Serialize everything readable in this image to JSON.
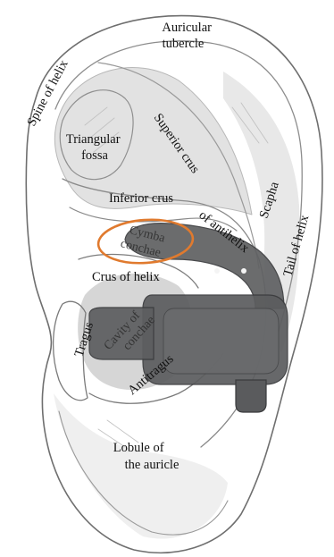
{
  "labels": {
    "auricular_tubercle": [
      "Auricular",
      "tubercle"
    ],
    "spine_of_helix": "Spine of helix",
    "triangular_fossa": [
      "Triangular",
      "fossa"
    ],
    "superior_crus": "Superior crus",
    "scapha": "Scapha",
    "inferior_crus": "Inferior crus",
    "crus_of_antihelix": "of antihelix",
    "tail_of_helix": "Tail of helix",
    "cymba_conchae": [
      "Cymba",
      "conchae"
    ],
    "crus_of_helix": "Crus of helix",
    "cavity_of_conchae": [
      "Cavity of",
      "conchae"
    ],
    "tragus": "Tragus",
    "antitragus": "Antitragus",
    "lobule_of_auricle": [
      "Lobule of",
      "the auricle"
    ]
  },
  "colors": {
    "highlight_ellipse": "#e07a2e",
    "device_body": "#5f6062",
    "device_edge": "#3a3b3d",
    "sketch_line": "#8a8a8a",
    "shading": "#dcdcdc",
    "label_text": "#111111"
  },
  "icons": {
    "ear_sketch": "ear-outline-illustration",
    "device": "in-ear-device-illustration",
    "highlight": "orange-ellipse-highlight"
  }
}
